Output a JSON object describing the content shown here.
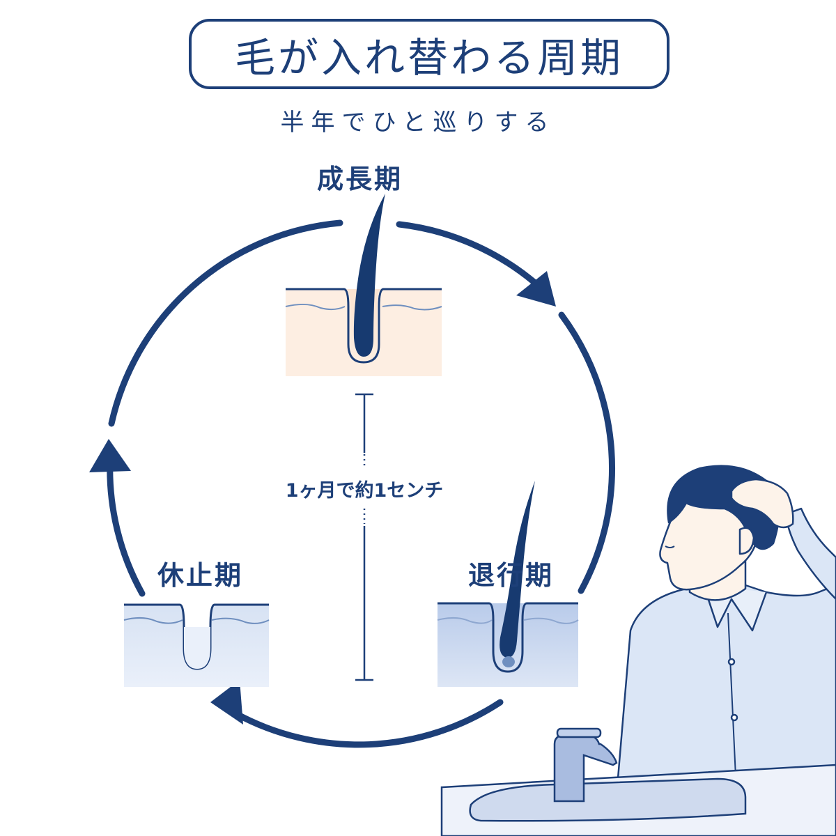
{
  "header": {
    "title": "毛が入れ替わる周期",
    "subtitle": "半年でひと巡りする"
  },
  "phases": {
    "growth": "成長期",
    "regression": "退行期",
    "rest": "休止期"
  },
  "measure": {
    "label": "1ヶ月で約1センチ"
  },
  "colors": {
    "primary": "#1d3f78",
    "skin_growth": "#fbe6d6",
    "skin_other": "#dfe8f6",
    "hair": "#173a70"
  }
}
